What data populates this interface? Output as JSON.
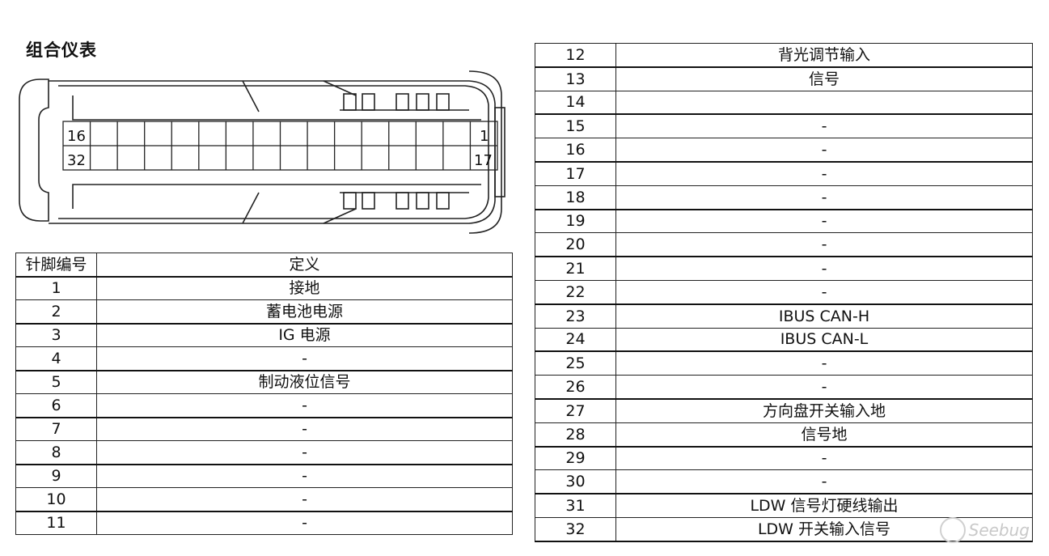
{
  "title": "组合仪表",
  "connector": {
    "top_left_pin": "16",
    "bottom_left_pin": "32",
    "top_right_pin": "1",
    "bottom_right_pin": "17"
  },
  "left_table": {
    "headers": [
      "针脚编号",
      "定义"
    ],
    "rows": [
      [
        "1",
        "接地"
      ],
      [
        "2",
        "蓄电池电源"
      ],
      [
        "3",
        "IG 电源"
      ],
      [
        "4",
        "-"
      ],
      [
        "5",
        "制动液位信号"
      ],
      [
        "6",
        "-"
      ],
      [
        "7",
        "-"
      ],
      [
        "8",
        "-"
      ],
      [
        "9",
        "-"
      ],
      [
        "10",
        "-"
      ],
      [
        "11",
        "-"
      ]
    ]
  },
  "right_table": {
    "rows": [
      [
        "12",
        "背光调节输入"
      ],
      [
        "13",
        "信号"
      ],
      [
        "14",
        ""
      ],
      [
        "15",
        "-"
      ],
      [
        "16",
        "-"
      ],
      [
        "17",
        "-"
      ],
      [
        "18",
        "-"
      ],
      [
        "19",
        "-"
      ],
      [
        "20",
        "-"
      ],
      [
        "21",
        "-"
      ],
      [
        "22",
        "-"
      ],
      [
        "23",
        "IBUS CAN-H"
      ],
      [
        "24",
        "IBUS CAN-L"
      ],
      [
        "25",
        "-"
      ],
      [
        "26",
        "-"
      ],
      [
        "27",
        "方向盘开关输入地"
      ],
      [
        "28",
        "信号地"
      ],
      [
        "29",
        "-"
      ],
      [
        "30",
        "-"
      ],
      [
        "31",
        "LDW 信号灯硬线输出"
      ],
      [
        "32",
        "LDW 开关输入信号"
      ]
    ]
  },
  "watermark": {
    "text": "Seebug",
    "icon": "seebug-logo-icon"
  }
}
